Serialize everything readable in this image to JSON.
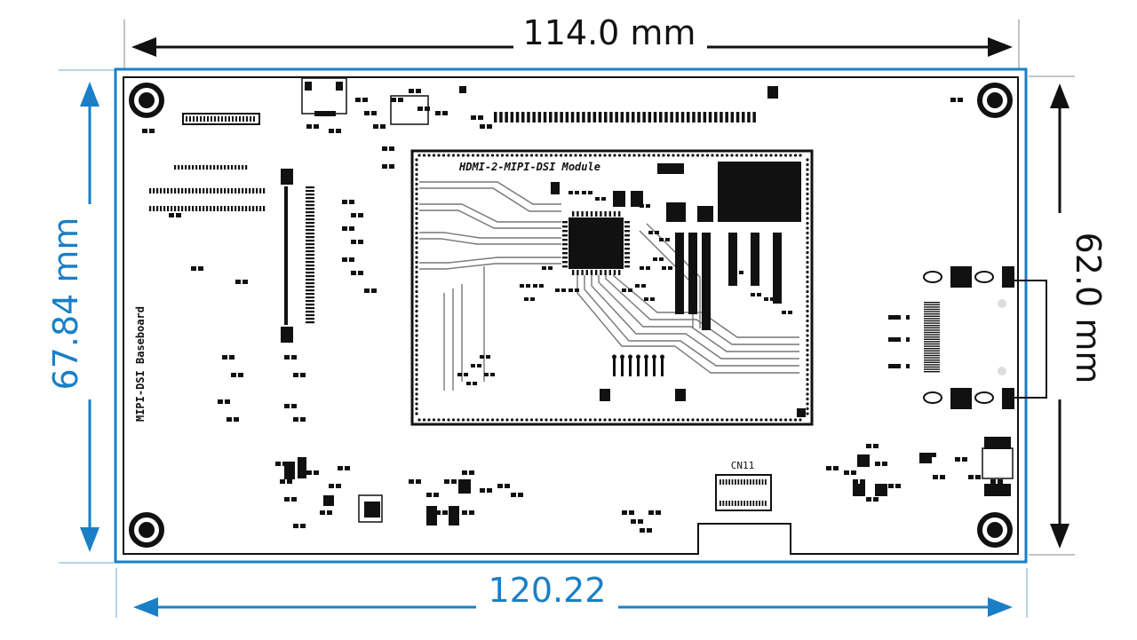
{
  "dimensions": {
    "inner_width": "114.0 mm",
    "inner_height": "62.0 mm",
    "outer_height": "67.84 mm",
    "outer_width": "120.22"
  },
  "board": {
    "baseboard_label": "MIPI-DSI Baseboard",
    "module_label": "HDMI-2-MIPI-DSI Module",
    "connector_label": "CN11"
  },
  "colors": {
    "blue": "#1a7fc6",
    "black": "#111111"
  }
}
